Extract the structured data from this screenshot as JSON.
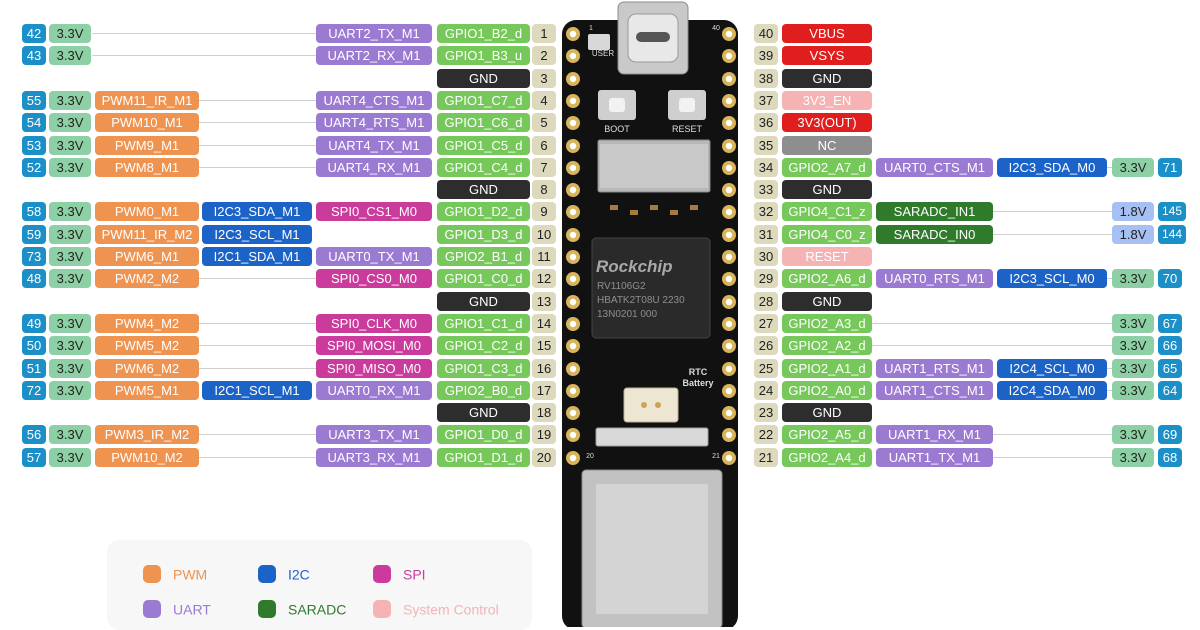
{
  "left_pins": [
    {
      "pin": "1",
      "gpio": "GPIO1_B2_d",
      "funcs": [
        {
          "t": "UART2_TX_M1",
          "c": "uart"
        }
      ],
      "v": "3.3V",
      "idx": "42"
    },
    {
      "pin": "2",
      "gpio": "GPIO1_B3_u",
      "funcs": [
        {
          "t": "UART2_RX_M1",
          "c": "uart"
        }
      ],
      "v": "3.3V",
      "idx": "43"
    },
    {
      "pin": "3",
      "gpio": "GND",
      "gnd": true,
      "funcs": []
    },
    {
      "pin": "4",
      "gpio": "GPIO1_C7_d",
      "funcs": [
        {
          "t": "UART4_CTS_M1",
          "c": "uart"
        },
        {
          "t": "PWM11_IR_M1",
          "c": "pwm"
        }
      ],
      "v": "3.3V",
      "idx": "55"
    },
    {
      "pin": "5",
      "gpio": "GPIO1_C6_d",
      "funcs": [
        {
          "t": "UART4_RTS_M1",
          "c": "uart"
        },
        {
          "t": "PWM10_M1",
          "c": "pwm"
        }
      ],
      "v": "3.3V",
      "idx": "54"
    },
    {
      "pin": "6",
      "gpio": "GPIO1_C5_d",
      "funcs": [
        {
          "t": "UART4_TX_M1",
          "c": "uart"
        },
        {
          "t": "PWM9_M1",
          "c": "pwm"
        }
      ],
      "v": "3.3V",
      "idx": "53"
    },
    {
      "pin": "7",
      "gpio": "GPIO1_C4_d",
      "funcs": [
        {
          "t": "UART4_RX_M1",
          "c": "uart"
        },
        {
          "t": "PWM8_M1",
          "c": "pwm"
        }
      ],
      "v": "3.3V",
      "idx": "52"
    },
    {
      "pin": "8",
      "gpio": "GND",
      "gnd": true,
      "funcs": []
    },
    {
      "pin": "9",
      "gpio": "GPIO1_D2_d",
      "funcs": [
        {
          "t": "SPI0_CS1_M0",
          "c": "spi"
        },
        {
          "t": "I2C3_SDA_M1",
          "c": "i2c"
        },
        {
          "t": "PWM0_M1",
          "c": "pwm"
        }
      ],
      "v": "3.3V",
      "idx": "58"
    },
    {
      "pin": "10",
      "gpio": "GPIO1_D3_d",
      "funcs": [
        {
          "t": "I2C3_SCL_M1",
          "c": "i2c"
        },
        {
          "t": "PWM11_IR_M2",
          "c": "pwm"
        }
      ],
      "v": "3.3V",
      "idx": "59"
    },
    {
      "pin": "11",
      "gpio": "GPIO2_B1_d",
      "funcs": [
        {
          "t": "UART0_TX_M1",
          "c": "uart"
        },
        {
          "t": "I2C1_SDA_M1",
          "c": "i2c"
        },
        {
          "t": "PWM6_M1",
          "c": "pwm"
        }
      ],
      "v": "3.3V",
      "idx": "73"
    },
    {
      "pin": "12",
      "gpio": "GPIO1_C0_d",
      "funcs": [
        {
          "t": "SPI0_CS0_M0",
          "c": "spi"
        },
        {
          "t": "PWM2_M2",
          "c": "pwm"
        }
      ],
      "v": "3.3V",
      "idx": "48"
    },
    {
      "pin": "13",
      "gpio": "GND",
      "gnd": true,
      "funcs": []
    },
    {
      "pin": "14",
      "gpio": "GPIO1_C1_d",
      "funcs": [
        {
          "t": "SPI0_CLK_M0",
          "c": "spi"
        },
        {
          "t": "PWM4_M2",
          "c": "pwm"
        }
      ],
      "v": "3.3V",
      "idx": "49"
    },
    {
      "pin": "15",
      "gpio": "GPIO1_C2_d",
      "funcs": [
        {
          "t": "SPI0_MOSI_M0",
          "c": "spi"
        },
        {
          "t": "PWM5_M2",
          "c": "pwm"
        }
      ],
      "v": "3.3V",
      "idx": "50"
    },
    {
      "pin": "16",
      "gpio": "GPIO1_C3_d",
      "funcs": [
        {
          "t": "SPI0_MISO_M0",
          "c": "spi"
        },
        {
          "t": "PWM6_M2",
          "c": "pwm"
        }
      ],
      "v": "3.3V",
      "idx": "51"
    },
    {
      "pin": "17",
      "gpio": "GPIO2_B0_d",
      "funcs": [
        {
          "t": "UART0_RX_M1",
          "c": "uart"
        },
        {
          "t": "I2C1_SCL_M1",
          "c": "i2c"
        },
        {
          "t": "PWM5_M1",
          "c": "pwm"
        }
      ],
      "v": "3.3V",
      "idx": "72"
    },
    {
      "pin": "18",
      "gpio": "GND",
      "gnd": true,
      "funcs": []
    },
    {
      "pin": "19",
      "gpio": "GPIO1_D0_d",
      "funcs": [
        {
          "t": "UART3_TX_M1",
          "c": "uart"
        },
        {
          "t": "PWM3_IR_M2",
          "c": "pwm"
        }
      ],
      "v": "3.3V",
      "idx": "56"
    },
    {
      "pin": "20",
      "gpio": "GPIO1_D1_d",
      "funcs": [
        {
          "t": "UART3_RX_M1",
          "c": "uart"
        },
        {
          "t": "PWM10_M2",
          "c": "pwm"
        }
      ],
      "v": "3.3V",
      "idx": "57"
    }
  ],
  "right_pins": [
    {
      "pin": "40",
      "gpio": "VBUS",
      "kind": "red",
      "funcs": []
    },
    {
      "pin": "39",
      "gpio": "VSYS",
      "kind": "red",
      "funcs": []
    },
    {
      "pin": "38",
      "gpio": "GND",
      "kind": "gnd",
      "funcs": []
    },
    {
      "pin": "37",
      "gpio": "3V3_EN",
      "kind": "sys",
      "funcs": []
    },
    {
      "pin": "36",
      "gpio": "3V3(OUT)",
      "kind": "red",
      "funcs": []
    },
    {
      "pin": "35",
      "gpio": "NC",
      "kind": "nc",
      "funcs": []
    },
    {
      "pin": "34",
      "gpio": "GPIO2_A7_d",
      "kind": "gpio",
      "funcs": [
        {
          "t": "UART0_CTS_M1",
          "c": "uart"
        },
        {
          "t": "I2C3_SDA_M0",
          "c": "i2c"
        }
      ],
      "v": "3.3V",
      "idx": "71"
    },
    {
      "pin": "33",
      "gpio": "GND",
      "kind": "gnd",
      "funcs": []
    },
    {
      "pin": "32",
      "gpio": "GPIO4_C1_z",
      "kind": "gpio",
      "funcs": [
        {
          "t": "SARADC_IN1",
          "c": "saradc"
        }
      ],
      "v": "1.8V",
      "idx": "145"
    },
    {
      "pin": "31",
      "gpio": "GPIO4_C0_z",
      "kind": "gpio",
      "funcs": [
        {
          "t": "SARADC_IN0",
          "c": "saradc"
        }
      ],
      "v": "1.8V",
      "idx": "144"
    },
    {
      "pin": "30",
      "gpio": "RESET",
      "kind": "sys",
      "funcs": []
    },
    {
      "pin": "29",
      "gpio": "GPIO2_A6_d",
      "kind": "gpio",
      "funcs": [
        {
          "t": "UART0_RTS_M1",
          "c": "uart"
        },
        {
          "t": "I2C3_SCL_M0",
          "c": "i2c"
        }
      ],
      "v": "3.3V",
      "idx": "70"
    },
    {
      "pin": "28",
      "gpio": "GND",
      "kind": "gnd",
      "funcs": []
    },
    {
      "pin": "27",
      "gpio": "GPIO2_A3_d",
      "kind": "gpio",
      "funcs": [],
      "v": "3.3V",
      "idx": "67"
    },
    {
      "pin": "26",
      "gpio": "GPIO2_A2_d",
      "kind": "gpio",
      "funcs": [],
      "v": "3.3V",
      "idx": "66"
    },
    {
      "pin": "25",
      "gpio": "GPIO2_A1_d",
      "kind": "gpio",
      "funcs": [
        {
          "t": "UART1_RTS_M1",
          "c": "uart"
        },
        {
          "t": "I2C4_SCL_M0",
          "c": "i2c"
        }
      ],
      "v": "3.3V",
      "idx": "65"
    },
    {
      "pin": "24",
      "gpio": "GPIO2_A0_d",
      "kind": "gpio",
      "funcs": [
        {
          "t": "UART1_CTS_M1",
          "c": "uart"
        },
        {
          "t": "I2C4_SDA_M0",
          "c": "i2c"
        }
      ],
      "v": "3.3V",
      "idx": "64"
    },
    {
      "pin": "23",
      "gpio": "GND",
      "kind": "gnd",
      "funcs": []
    },
    {
      "pin": "22",
      "gpio": "GPIO2_A5_d",
      "kind": "gpio",
      "funcs": [
        {
          "t": "UART1_RX_M1",
          "c": "uart"
        }
      ],
      "v": "3.3V",
      "idx": "69"
    },
    {
      "pin": "21",
      "gpio": "GPIO2_A4_d",
      "kind": "gpio",
      "funcs": [
        {
          "t": "UART1_TX_M1",
          "c": "uart"
        }
      ],
      "v": "3.3V",
      "idx": "68"
    }
  ],
  "board": {
    "user_label": "USER",
    "boot_label": "BOOT",
    "reset_label": "RESET",
    "chip_brand": "Rockchip",
    "chip_line1": "RV1106G2",
    "chip_line2": "HBATK2T08U  2230",
    "chip_line3": "13N0201  000",
    "rtc_label1": "RTC",
    "rtc_label2": "Battery",
    "pin1_mark": "1",
    "pin40_mark": "40",
    "pin20_mark": "20",
    "pin21_mark": "21"
  },
  "legend": [
    {
      "label": "PWM",
      "color": "#ef9350",
      "text_color": "#ef9350"
    },
    {
      "label": "I2C",
      "color": "#1c63c8",
      "text_color": "#1c63c8"
    },
    {
      "label": "SPI",
      "color": "#cb3b9c",
      "text_color": "#cb3b9c"
    },
    {
      "label": "UART",
      "color": "#9b7ad2",
      "text_color": "#9b7ad2"
    },
    {
      "label": "SARADC",
      "color": "#2f7a2b",
      "text_color": "#2f7a2b"
    },
    {
      "label": "System Control",
      "color": "#f6b3b3",
      "text_color": "#f6b3b3"
    }
  ]
}
